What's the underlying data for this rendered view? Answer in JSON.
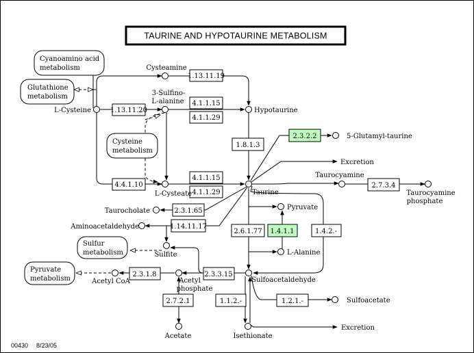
{
  "title": "TAURINE AND HYPOTAURINE METABOLISM",
  "footer": {
    "map_id": "00430",
    "date": "8/23/05"
  },
  "colors": {
    "highlight_enzyme": "#bfffbf",
    "line": "#000000",
    "background": "#ffffff"
  },
  "maps": {
    "cyanoamino": [
      "Cyanoamino acid",
      "metabolism"
    ],
    "glutathione": [
      "Glutathione",
      "metabolism"
    ],
    "cysteine": [
      "Cysteine",
      "metabolism"
    ],
    "sulfur": [
      "Sulfur",
      "metabolism"
    ],
    "pyruvate": [
      "Pyruvate",
      "metabolism"
    ]
  },
  "compounds": {
    "cysteamine": "Cysteamine",
    "sulfinoalanine": [
      "3-Sulfino-",
      "L-alanine"
    ],
    "lcysteine": "L-Cysteine",
    "hypotaurine": "Hypotaurine",
    "glutamyltaurine": "5-Glutamyl-taurine",
    "excretion1": "Excretion",
    "taurocyamine": "Taurocyamine",
    "taurocyaminephosphate": [
      "Taurocyamine",
      "phosphate"
    ],
    "taurine": "Taurine",
    "lcysteate": "L-Cysteate",
    "taurocholate": "Taurocholate",
    "aminoacetaldehyde": "Aminoacetaldehyde",
    "pyruvate": "Pyruvate",
    "lalanine": "L-Alanine",
    "sulfite": "Sulfite",
    "acetylcoa": "Acetyl CoA",
    "acetylphosphate": [
      "Acetyl",
      "phosphate"
    ],
    "sulfoacetaldehyde": "Sulfoacetaldehyde",
    "sulfoacetate": "Sulfoacetate",
    "acetate": "Acetate",
    "isethionate": "Isethionate",
    "excretion2": "Excretion"
  },
  "enzymes": {
    "e1_13_11_19": "1.13.11.19",
    "e1_13_11_20": "1.13.11.20",
    "e4_1_1_15a": "4.1.1.15",
    "e4_1_1_29a": "4.1.1.29",
    "e1_8_1_3": "1.8.1.3",
    "e2_3_2_2": "2.3.2.2",
    "e4_4_1_10": "4.4.1.10",
    "e4_1_1_15b": "4.1.1.15",
    "e4_1_1_29b": "4.1.1.29",
    "e2_7_3_4": "2.7.3.4",
    "e2_3_1_65": "2.3.1.65",
    "e1_14_11_17": "1.14.11.17",
    "e2_6_1_77": "2.6.1.77",
    "e1_4_1_1": "1.4.1.1",
    "e1_4_2_x": "1.4.2.-",
    "e2_3_1_8": "2.3.1.8",
    "e2_3_3_15": "2.3.3.15",
    "e2_7_2_1": "2.7.2.1",
    "e1_1_2_x": "1.1.2.-",
    "e1_2_1_x": "1.2.1.-"
  },
  "highlighted": [
    "e2_3_2_2",
    "e1_4_1_1"
  ]
}
